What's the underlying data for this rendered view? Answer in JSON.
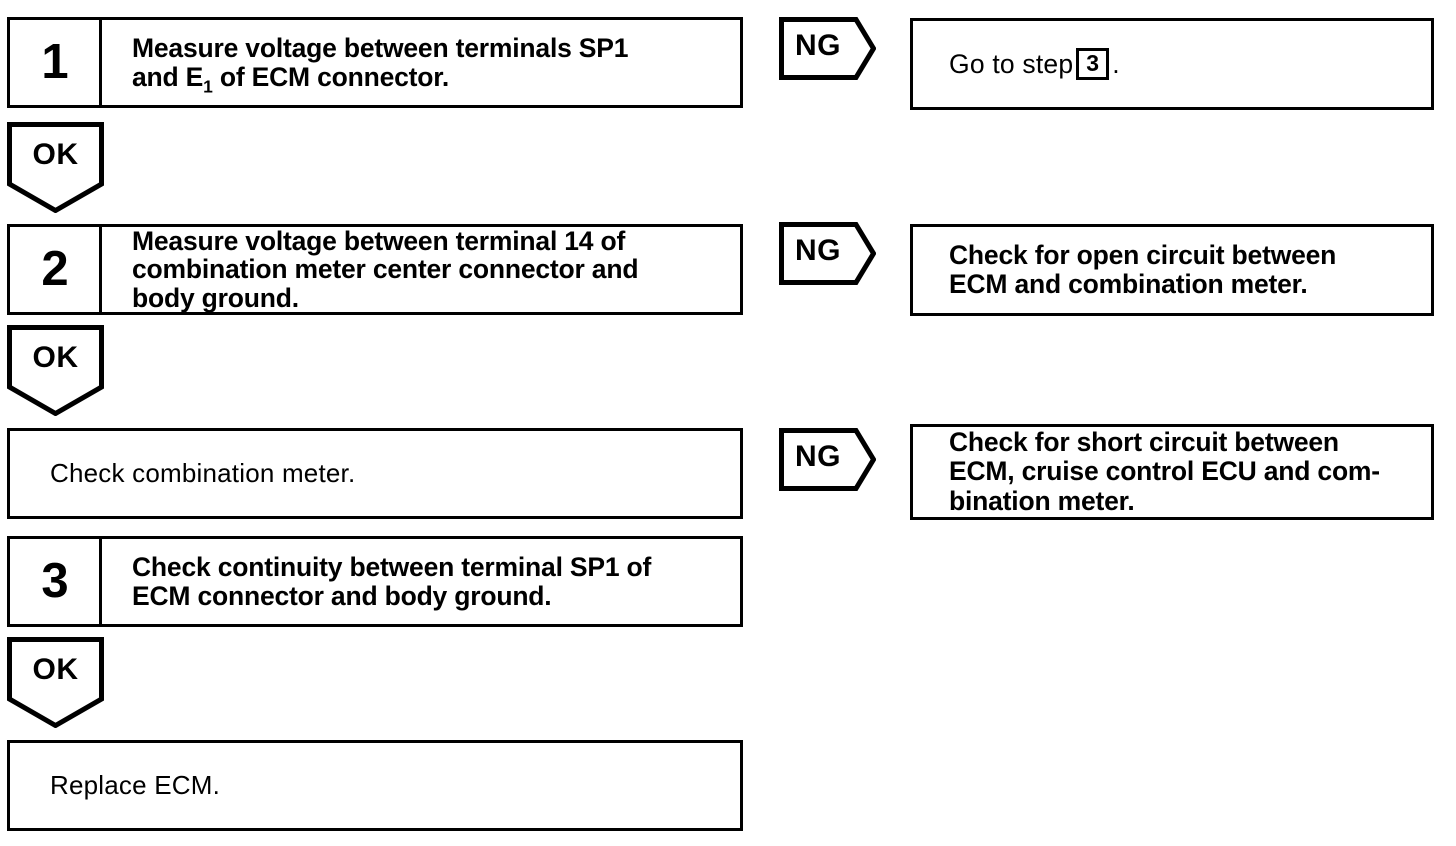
{
  "document": {
    "type": "troubleshooting-flowchart",
    "title": "ECM / Combination Meter Speed Signal Troubleshooting"
  },
  "connectors": {
    "ok_label": "OK",
    "ng_label": "NG"
  },
  "steps": [
    {
      "number": "1",
      "text_line1": "Measure voltage between terminals SP1",
      "text_line2": "and E",
      "subscript": "1",
      "text_line2b": " of ECM connector.",
      "full_text": "Measure voltage between terminals SP1 and E1 of ECM connector."
    },
    {
      "number": "2",
      "text": "Measure voltage between terminal 14 of\ncombination meter center connector and\nbody ground."
    },
    {
      "number": "",
      "text": "Check combination meter."
    },
    {
      "number": "3",
      "text": "Check continuity between terminal SP1 of\nECM connector and body ground."
    },
    {
      "number": "",
      "text": "Replace ECM."
    }
  ],
  "results": [
    {
      "prefix": "Go to step",
      "boxed_step": "3",
      "suffix": ".",
      "full_text": "Go to step 3 ."
    },
    {
      "text": "Check for open circuit between\nECM and combination meter."
    },
    {
      "text": "Check for short circuit between\nECM, cruise control ECU and com-\nbination meter."
    }
  ],
  "colors": {
    "ink": "#000000",
    "paper": "#ffffff"
  }
}
